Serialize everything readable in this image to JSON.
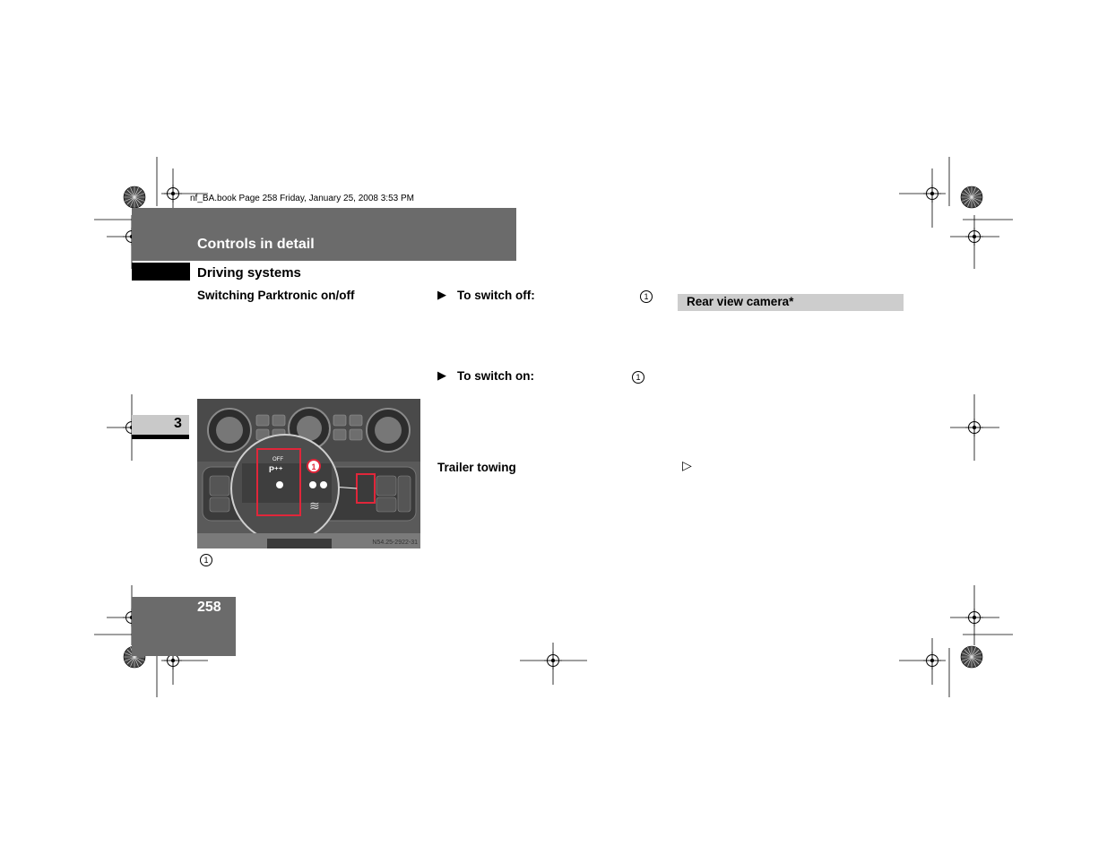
{
  "book_info": "nf_BA.book  Page 258  Friday, January 25, 2008  3:53 PM",
  "header": {
    "chapter_title": "Controls in detail",
    "section_title": "Driving systems"
  },
  "left_column": {
    "heading": "Switching Parktronic on/off",
    "photo_code": "N54.25-2922-31",
    "photo_callout": "1",
    "caption_callout": "1"
  },
  "middle_column": {
    "switch_off_label": "To switch off:",
    "switch_off_callout": "1",
    "switch_on_label": "To switch on:",
    "switch_on_callout": "1",
    "trailer_heading": "Trailer towing"
  },
  "right_column": {
    "section_bar": "Rear view camera*",
    "continue_marker": "▷"
  },
  "chapter_tab_number": "3",
  "page_number": "258",
  "colors": {
    "header_gray": "#6b6b6b",
    "section_bar_gray": "#cdcdcd",
    "highlight_red": "#e0263a"
  }
}
